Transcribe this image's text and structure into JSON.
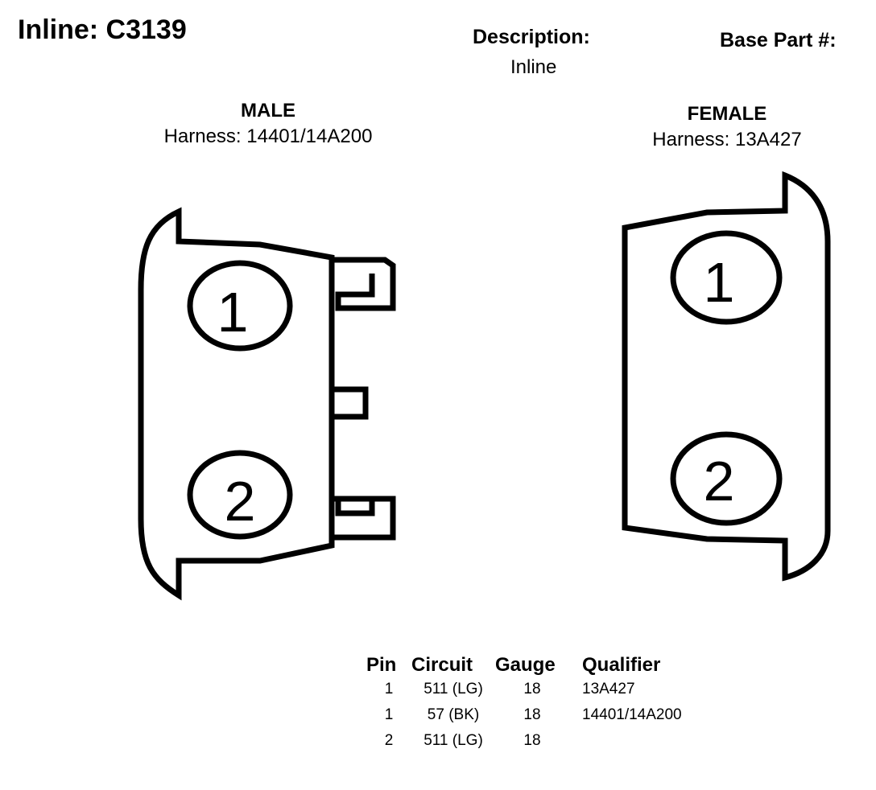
{
  "header": {
    "title": "Inline: C3139",
    "description_label": "Description:",
    "description_value": "Inline",
    "base_part_label": "Base Part #:"
  },
  "male": {
    "title": "MALE",
    "harness": "Harness: 14401/14A200",
    "pins": [
      "1",
      "2"
    ]
  },
  "female": {
    "title": "FEMALE",
    "harness": "Harness: 13A427",
    "pins": [
      "1",
      "2"
    ]
  },
  "pin_table": {
    "headers": [
      "Pin",
      "Circuit",
      "Gauge",
      "Qualifier"
    ],
    "rows": [
      {
        "pin": "1",
        "circuit": "511 (LG)",
        "gauge": "18",
        "qualifier": "13A427"
      },
      {
        "pin": "1",
        "circuit": "57 (BK)",
        "gauge": "18",
        "qualifier": "14401/14A200"
      },
      {
        "pin": "2",
        "circuit": "511 (LG)",
        "gauge": "18",
        "qualifier": ""
      }
    ]
  }
}
